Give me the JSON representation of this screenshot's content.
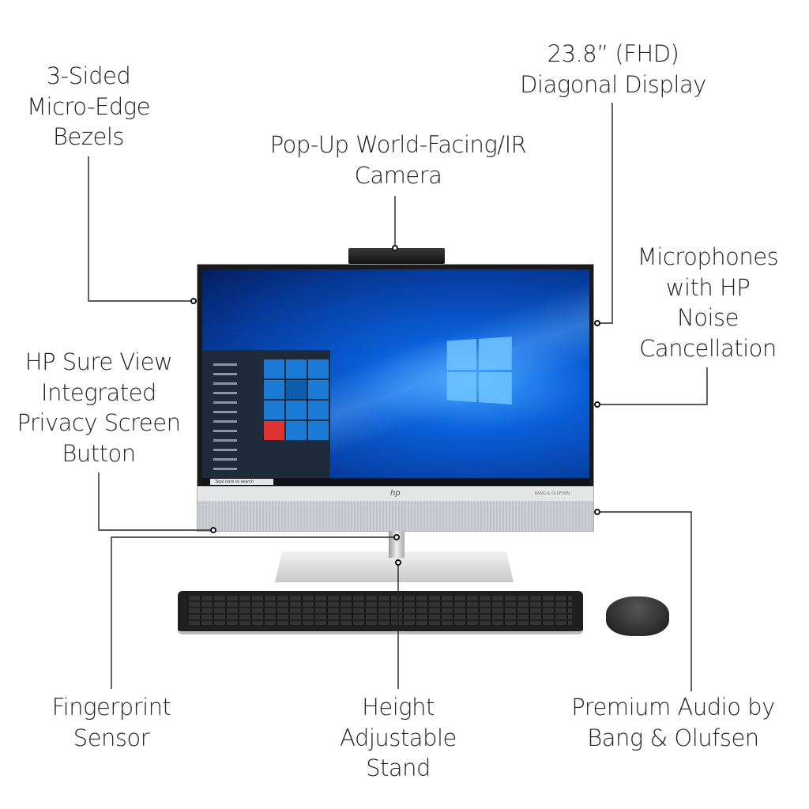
{
  "callouts": {
    "bezels": [
      "3-Sided",
      "Micro-Edge",
      "Bezels"
    ],
    "display": [
      "23.8” (FHD)",
      "Diagonal Display"
    ],
    "camera": [
      "Pop-Up World-Facing/IR",
      "Camera"
    ],
    "microphones": [
      "Microphones",
      "with HP",
      "Noise",
      "Cancellation"
    ],
    "sure_view": [
      "HP Sure View",
      "Integrated",
      "Privacy Screen",
      "Button"
    ],
    "fingerprint": [
      "Fingerprint",
      "Sensor"
    ],
    "stand": [
      "Height",
      "Adjustable",
      "Stand"
    ],
    "audio": [
      "Premium Audio by",
      "Bang & Olufsen"
    ]
  },
  "screen": {
    "search_placeholder": "Type here to search",
    "chin_logo": "hp",
    "chin_brand": "BANG & OLUFSEN"
  },
  "colors": {
    "line": "#222222",
    "desktop": "#0a5ed8"
  }
}
